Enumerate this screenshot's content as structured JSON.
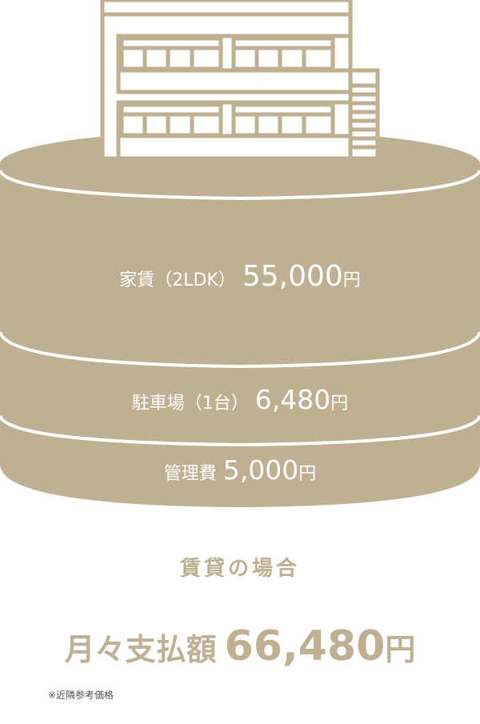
{
  "colors": {
    "accent": "#bfb091",
    "text_on_accent": "#ffffff",
    "background": "#ffffff"
  },
  "illustration": {
    "icon": "apartment-building-icon"
  },
  "layers": [
    {
      "name": "家賃（2LDK）",
      "amount": "55,000",
      "unit": "円"
    },
    {
      "name": "駐車場（1台）",
      "amount": "6,480",
      "unit": "円"
    },
    {
      "name": "管理費",
      "amount": "5,000",
      "unit": "円"
    }
  ],
  "summary": {
    "subtitle": "賃貸の場合",
    "total_label": "月々支払額",
    "total_amount": "66,480",
    "unit": "円",
    "note": "※近隣参考価格"
  }
}
